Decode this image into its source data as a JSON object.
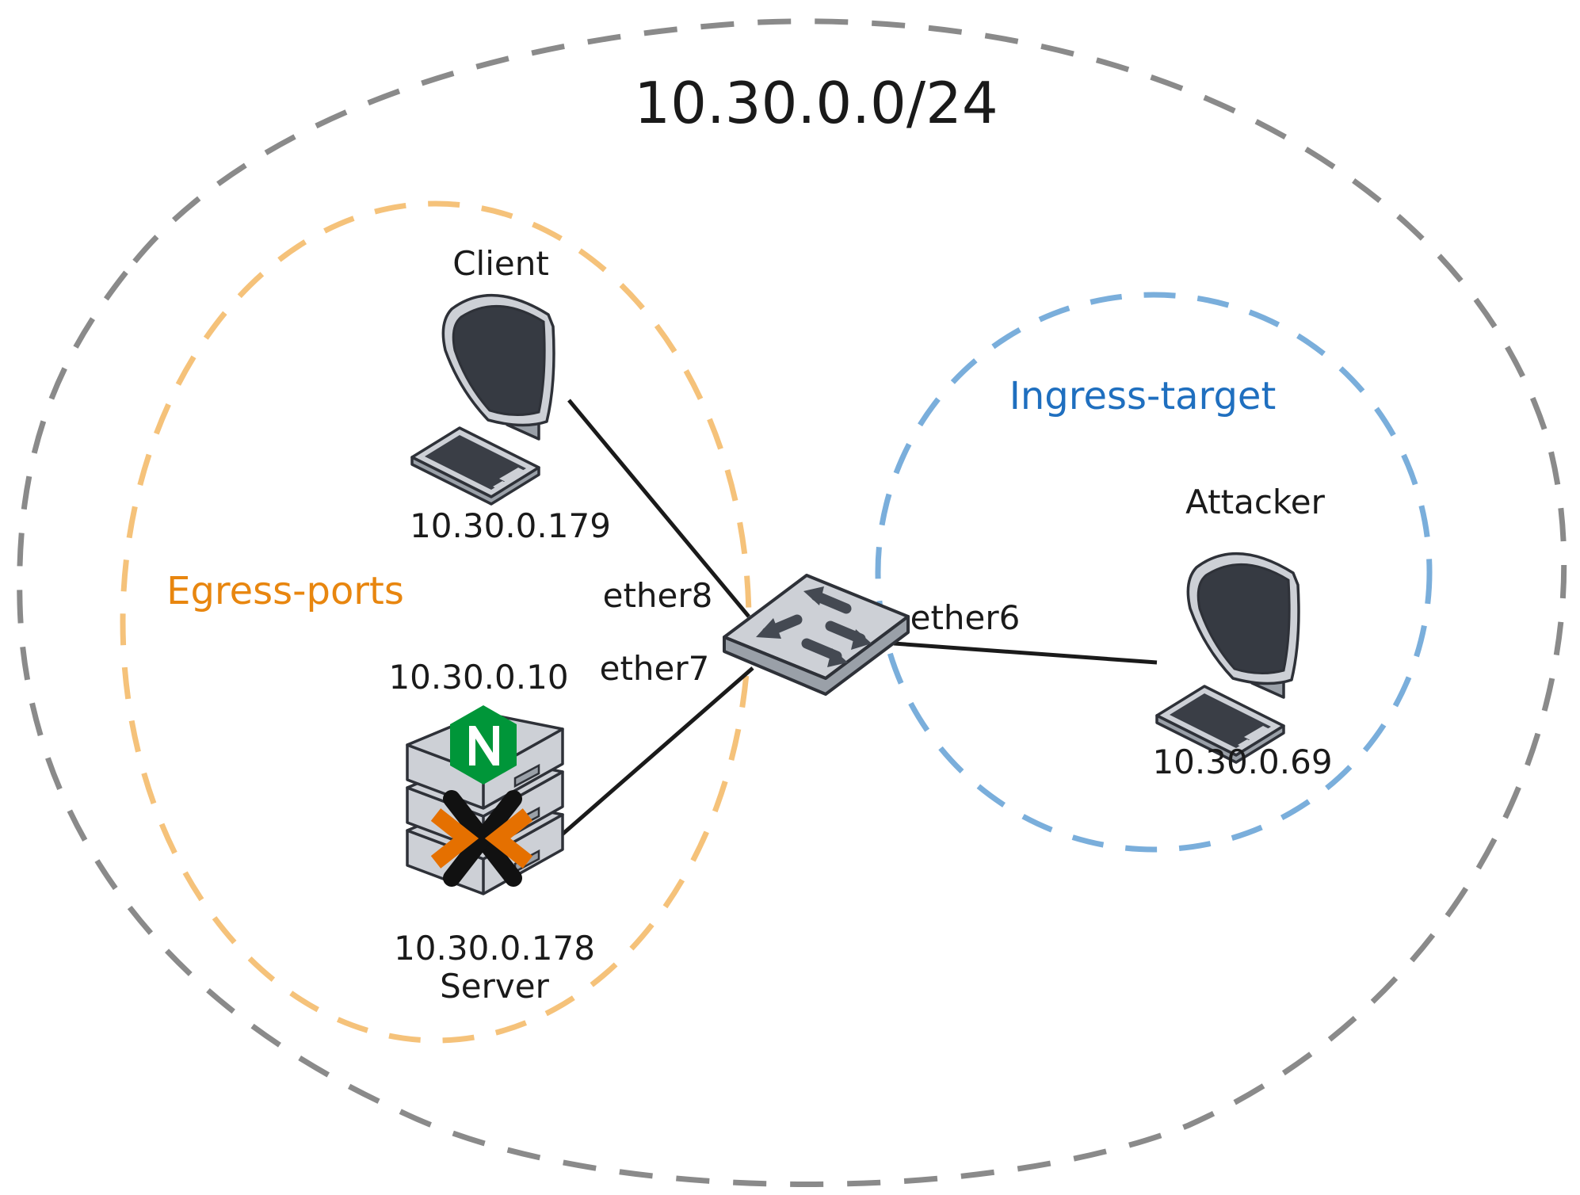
{
  "network": {
    "subnet": "10.30.0.0/24"
  },
  "zones": {
    "egress": {
      "label": "Egress-ports",
      "color": "#e8860f",
      "border_color": "#f5c27a"
    },
    "ingress": {
      "label": "Ingress-target",
      "color": "#1f6fbf",
      "border_color": "#7aaedb"
    },
    "outer_border_color": "#8a8a8a"
  },
  "nodes": {
    "client": {
      "name": "Client",
      "ip": "10.30.0.179",
      "icon": "workstation-icon"
    },
    "attacker": {
      "name": "Attacker",
      "ip": "10.30.0.69",
      "icon": "workstation-icon"
    },
    "server": {
      "name": "Server",
      "ip": "10.30.0.178",
      "ip_secondary": "10.30.0.10",
      "icon": "server-stack-icon",
      "logos": [
        "nginx-logo-icon",
        "proxmox-logo-icon"
      ]
    },
    "switch": {
      "icon": "network-switch-icon"
    }
  },
  "ports": {
    "client_port": "ether8",
    "server_port": "ether7",
    "attacker_port": "ether6"
  },
  "colors": {
    "nginx_green": "#009639",
    "proxmox_orange": "#e57000",
    "device_gray": "#cdd0d6",
    "screen_dark": "#363a42"
  }
}
